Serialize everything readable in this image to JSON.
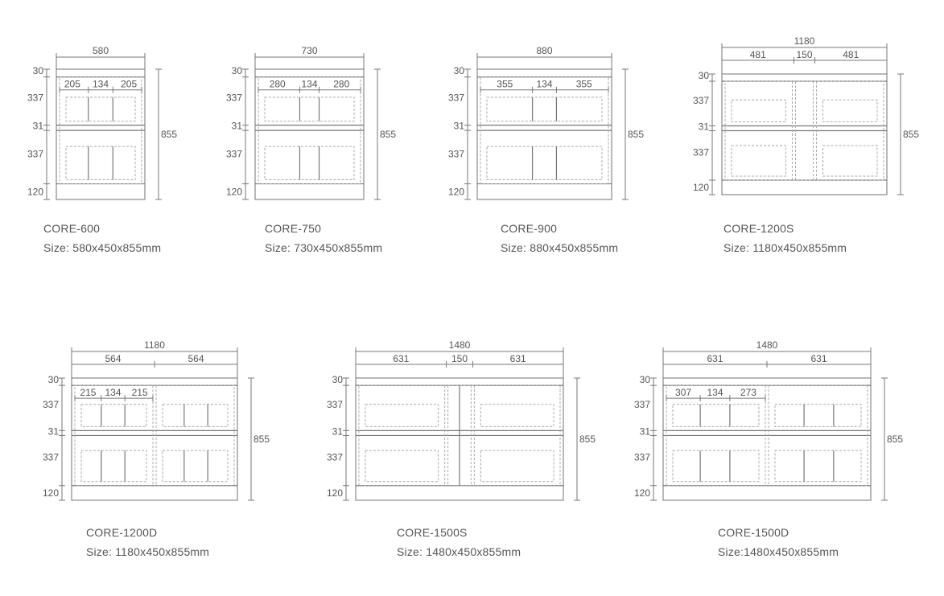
{
  "models": [
    {
      "name": "CORE-600",
      "size": "Size: 580x450x855mm",
      "width": "580",
      "sub_widths": [
        "205",
        "134",
        "205"
      ],
      "heights": [
        "30",
        "337",
        "31",
        "337",
        "120"
      ],
      "total_height": "855"
    },
    {
      "name": "CORE-750",
      "size": "Size: 730x450x855mm",
      "width": "730",
      "sub_widths": [
        "280",
        "134",
        "280"
      ],
      "heights": [
        "30",
        "337",
        "31",
        "337",
        "120"
      ],
      "total_height": "855"
    },
    {
      "name": "CORE-900",
      "size": "Size: 880x450x855mm",
      "width": "880",
      "sub_widths": [
        "355",
        "134",
        "355"
      ],
      "heights": [
        "30",
        "337",
        "31",
        "337",
        "120"
      ],
      "total_height": "855"
    },
    {
      "name": "CORE-1200S",
      "size": "Size: 1180x450x855mm",
      "width": "1180",
      "sub_widths": [
        "481",
        "150",
        "481"
      ],
      "heights": [
        "30",
        "337",
        "31",
        "337",
        "120"
      ],
      "total_height": "855"
    },
    {
      "name": "CORE-1200D",
      "size": "Size: 1180x450x855mm",
      "width": "1180",
      "sub_widths": [
        "564",
        "564"
      ],
      "inner_widths": [
        "215",
        "134",
        "215"
      ],
      "heights": [
        "30",
        "337",
        "31",
        "337",
        "120"
      ],
      "total_height": "855"
    },
    {
      "name": "CORE-1500S",
      "size": "Size: 1480x450x855mm",
      "width": "1480",
      "sub_widths": [
        "631",
        "150",
        "631"
      ],
      "heights": [
        "30",
        "337",
        "31",
        "337",
        "120"
      ],
      "total_height": "855"
    },
    {
      "name": "CORE-1500D",
      "size": "Size:1480x450x855mm",
      "width": "1480",
      "sub_widths": [
        "631",
        "631"
      ],
      "inner_widths": [
        "307",
        "134",
        "273"
      ],
      "heights": [
        "30",
        "337",
        "31",
        "337",
        "120"
      ],
      "total_height": "855"
    }
  ]
}
